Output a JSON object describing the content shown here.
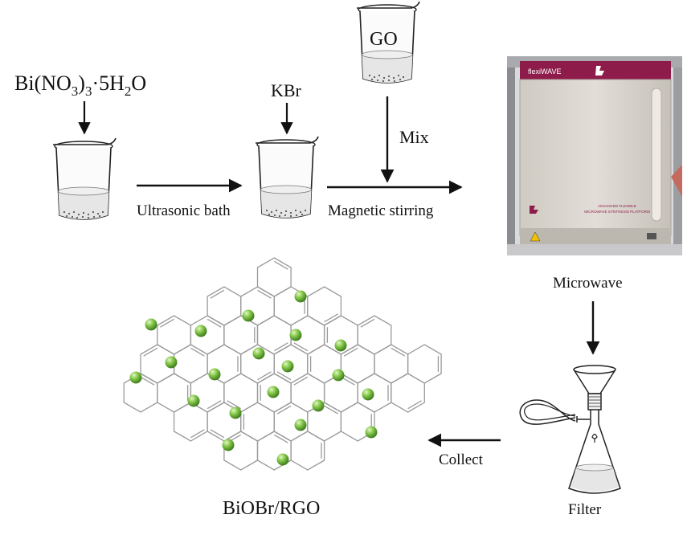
{
  "reagents": {
    "bismuth_nitrate": {
      "base": "Bi(NO",
      "sub1": "3",
      "mid": ")",
      "sub2": "3",
      "tail": "·5H",
      "sub3": "2",
      "end": "O"
    },
    "kbr": "KBr",
    "go": "GO"
  },
  "steps": {
    "ultrasonic": "Ultrasonic bath",
    "magnetic": "Magnetic stirring",
    "mix": "Mix",
    "microwave": "Microwave",
    "filter": "Filter",
    "collect": "Collect"
  },
  "product": "BiOBr/RGO",
  "microwave_device": {
    "brand": "flexiWAVE",
    "line1": "ADVANCED FLEXIBLE",
    "line2": "MICROWAVE SYNTHESIS PLATFORM"
  },
  "colors": {
    "arrow": "#111111",
    "lattice": "#9a9a9a",
    "particle": "#7cc142",
    "device_brand": "#8e1c4a"
  }
}
